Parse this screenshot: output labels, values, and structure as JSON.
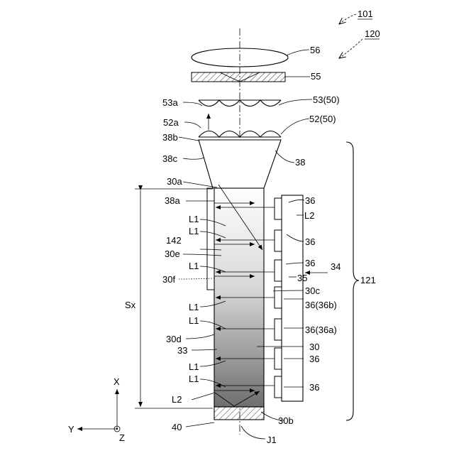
{
  "figure": {
    "ref_main": "101",
    "ref_sub": "120",
    "labels": {
      "l56": "56",
      "l55": "55",
      "l53a": "53a",
      "l53": "53(50)",
      "l52a": "52a",
      "l52": "52(50)",
      "l38b": "38b",
      "l38c": "38c",
      "l38": "38",
      "l30a": "30a",
      "l38a": "38a",
      "l36_1": "36",
      "l36_2": "36",
      "l36_3": "36",
      "l36b": "36(36b)",
      "l36a": "36(36a)",
      "l36_4": "36",
      "l36_5": "36",
      "lL2_top": "L2",
      "lL1_1": "L1",
      "lL1_2": "L1",
      "l142": "142",
      "l30e": "30e",
      "lL1_3": "L1",
      "l34": "34",
      "l35": "35",
      "l30f": "30f",
      "l30c": "30c",
      "l121": "121",
      "lSx": "Sx",
      "lL1_4": "L1",
      "lL1_5": "L1",
      "l30d": "30d",
      "l30": "30",
      "l33": "33",
      "lL1_6": "L1",
      "lL1_7": "L1",
      "lL2_bot": "L2",
      "l40": "40",
      "l30b": "30b",
      "lJ1": "J1",
      "axis_x": "X",
      "axis_y": "Y",
      "axis_z": "Z"
    }
  }
}
